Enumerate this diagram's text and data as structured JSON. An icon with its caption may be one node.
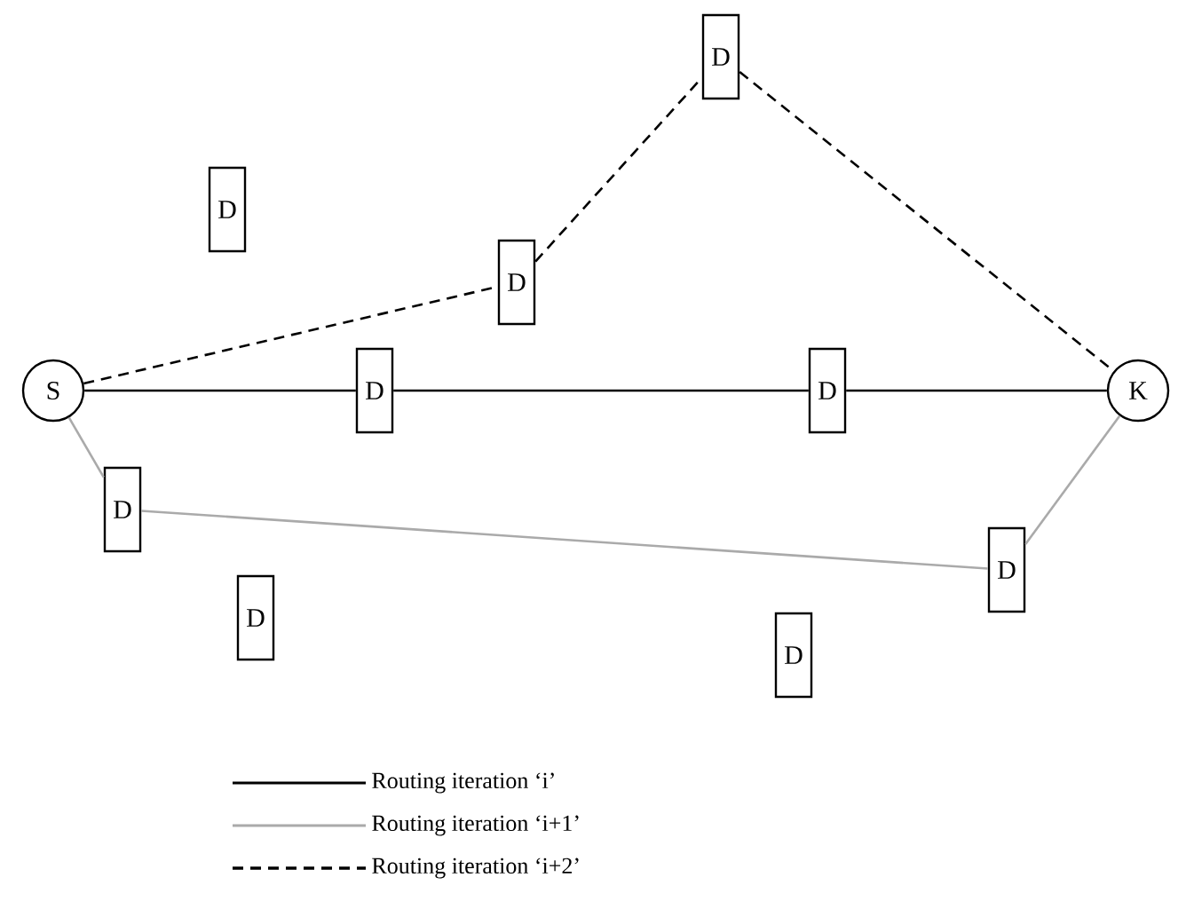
{
  "diagram": {
    "nodes": [
      {
        "text": [
          "S"
        ]
      },
      {
        "text": [
          "D"
        ]
      },
      {
        "text": [
          "D"
        ]
      },
      {
        "text": [
          "D"
        ]
      },
      {
        "text": [
          "D"
        ]
      },
      {
        "text": [
          "D"
        ]
      },
      {
        "text": [
          "K"
        ]
      },
      {
        "text": [
          "D"
        ]
      },
      {
        "text": [
          "D"
        ]
      },
      {
        "text": [
          "D"
        ]
      },
      {
        "text": [
          "D"
        ]
      }
    ],
    "edges": [
      {
        "from": 0,
        "to": 4,
        "arrow": "none"
      },
      {
        "from": 4,
        "to": 5,
        "arrow": "none"
      },
      {
        "from": 5,
        "to": 6,
        "arrow": "none"
      },
      {
        "from": 0,
        "to": 7,
        "arrow": "none",
        "color": "#aaaaaa"
      },
      {
        "from": 7,
        "to": 8,
        "arrow": "none",
        "color": "#aaaaaa"
      },
      {
        "from": 8,
        "to": 6,
        "arrow": "none",
        "color": "#aaaaaa"
      },
      {
        "from": 0,
        "to": 3,
        "arrow": "none",
        "style": "dashed"
      },
      {
        "from": 3,
        "to": 2,
        "arrow": "none",
        "style": "dashed"
      },
      {
        "from": 2,
        "to": 6,
        "arrow": "none",
        "style": "dashed"
      }
    ],
    "legend": [
      {
        "text": "Routing iteration ‘i’"
      },
      {
        "text": "Routing iteration ‘i+1’"
      },
      {
        "text": "Routing iteration ‘i+2’"
      }
    ]
  }
}
